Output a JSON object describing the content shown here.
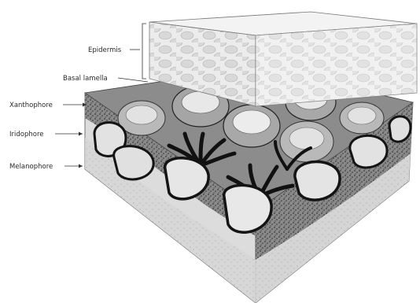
{
  "figure": {
    "labels": {
      "epidermis": "Epidermis",
      "basal_lamina": "Basal lamella",
      "xanthophore": "Xanthophore",
      "iridophore": "Iridophore",
      "melanophore": "Melanophore"
    },
    "colors": {
      "epidermis": "#e6e6e6",
      "dermis": "#d0d0d0",
      "stipple": "#5a5a5a",
      "melanophore": "#141414",
      "outline": "#333333"
    }
  }
}
